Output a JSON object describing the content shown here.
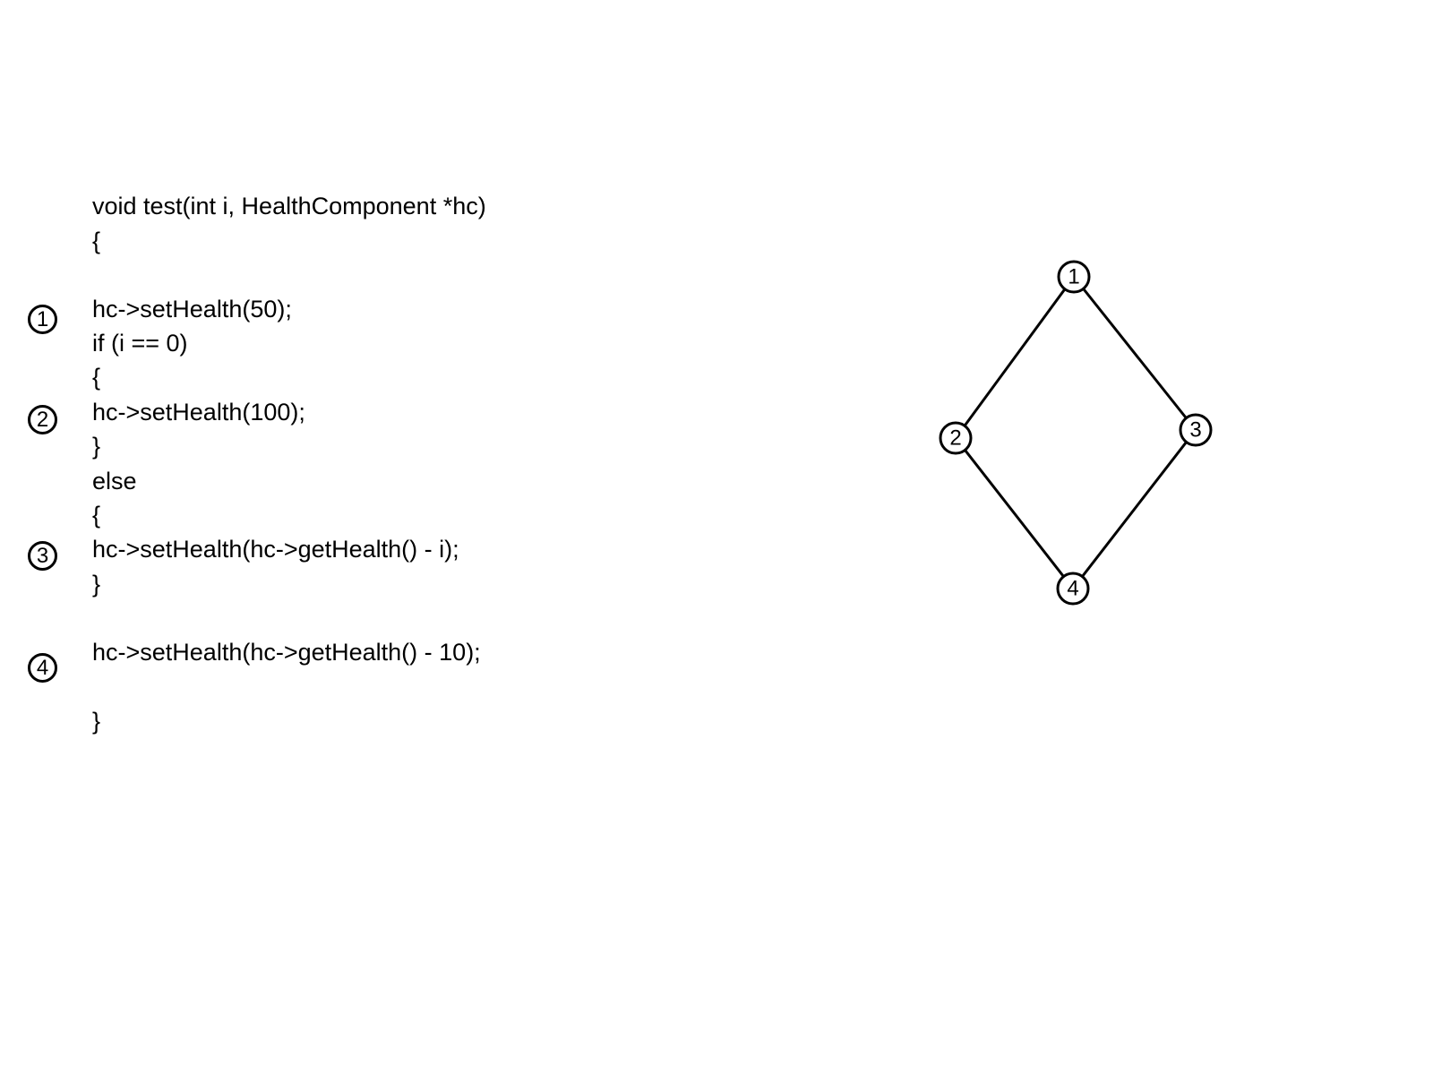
{
  "code": {
    "lines": [
      "void test(int i, HealthComponent *hc)",
      "{",
      "hc->setHealth(50);",
      "if (i == 0)",
      "{",
      "hc->setHealth(100);",
      "}",
      "else",
      "{",
      "hc->setHealth(hc->getHealth() - i);",
      "}",
      "hc->setHealth(hc->getHealth() - 10);",
      "}"
    ],
    "markers": [
      "1",
      "2",
      "3",
      "4"
    ]
  },
  "graph": {
    "nodes": [
      {
        "id": "1",
        "label": "1"
      },
      {
        "id": "2",
        "label": "2"
      },
      {
        "id": "3",
        "label": "3"
      },
      {
        "id": "4",
        "label": "4"
      }
    ],
    "edges": [
      {
        "from": "1",
        "to": "2"
      },
      {
        "from": "1",
        "to": "3"
      },
      {
        "from": "2",
        "to": "4"
      },
      {
        "from": "3",
        "to": "4"
      }
    ]
  },
  "colors": {
    "ink": "#000000",
    "background": "#ffffff"
  }
}
